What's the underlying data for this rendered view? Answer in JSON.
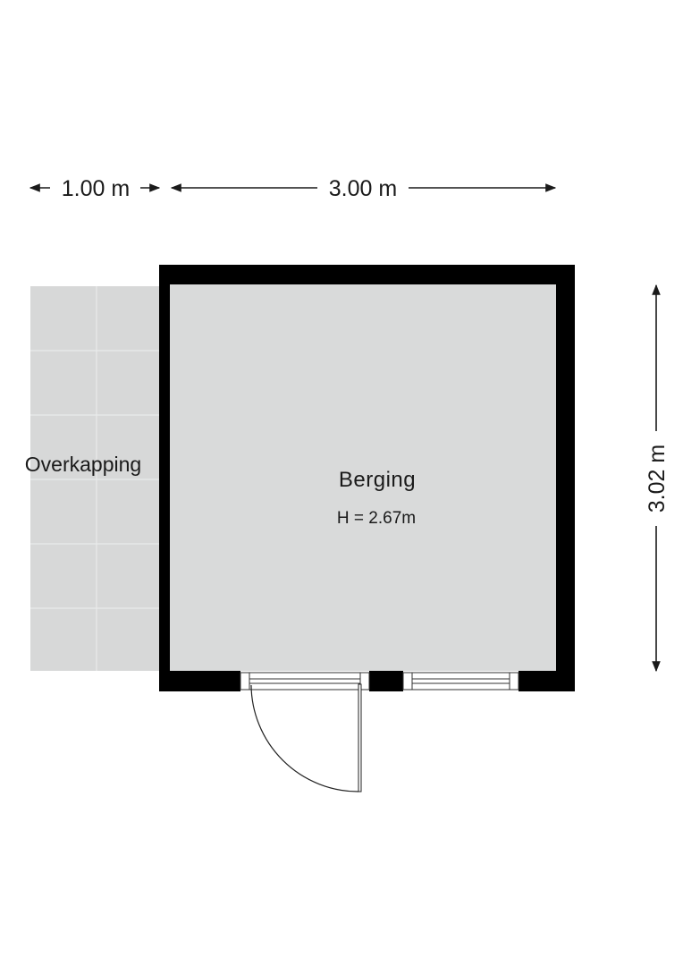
{
  "dimensions": {
    "overhang_width": "1.00 m",
    "room_width": "3.00 m",
    "room_depth": "3.02 m"
  },
  "rooms": {
    "overhang": {
      "label": "Overkapping"
    },
    "storage": {
      "label": "Berging",
      "height": "H = 2.67m"
    }
  },
  "colors": {
    "wall": "#000000",
    "room_fill": "#d9dada",
    "overhang_fill": "#d7d8d8",
    "overhang_tile_line": "#e9eaea",
    "dimension_line": "#1a1a1a"
  }
}
